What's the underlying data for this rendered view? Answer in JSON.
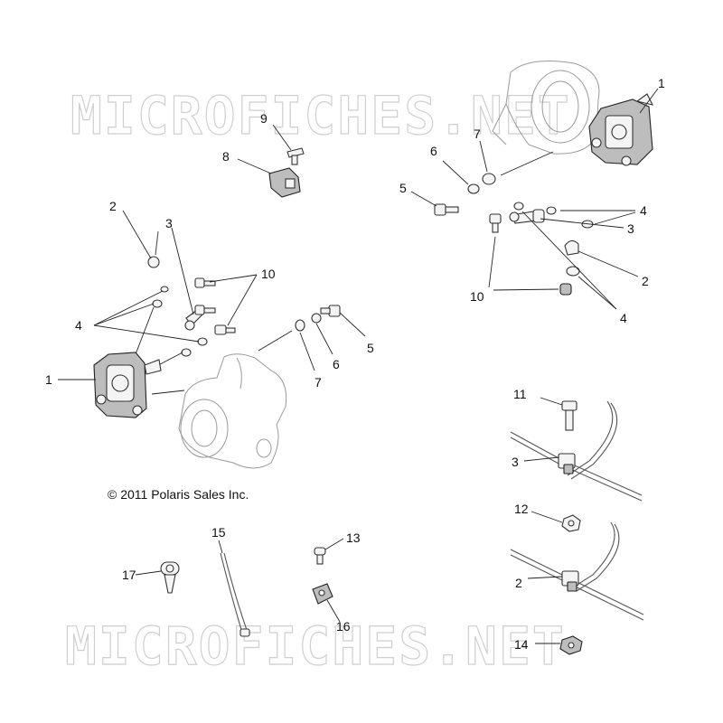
{
  "watermark": {
    "text_top": "MICROFICHES.NET",
    "text_bottom": "MICROFICHES.NET"
  },
  "copyright": "© 2011 Polaris Sales Inc.",
  "callouts": {
    "left_1": "1",
    "left_2": "2",
    "left_3": "3",
    "left_4": "4",
    "left_5": "5",
    "left_6": "6",
    "left_7": "7",
    "left_8": "8",
    "left_9": "9",
    "left_10": "10",
    "right_1": "1",
    "right_2": "2",
    "right_3": "3",
    "right_4a": "4",
    "right_4b": "4",
    "right_5": "5",
    "right_6": "6",
    "right_7": "7",
    "right_10": "10",
    "detail_11": "11",
    "detail_3": "3",
    "detail_12": "12",
    "detail_2": "2",
    "detail_13": "13",
    "detail_14": "14",
    "detail_15": "15",
    "detail_16": "16",
    "detail_17": "17"
  },
  "colors": {
    "watermark": "#cfcfcf",
    "line": "#222222",
    "ghost": "#9a9a9a"
  }
}
